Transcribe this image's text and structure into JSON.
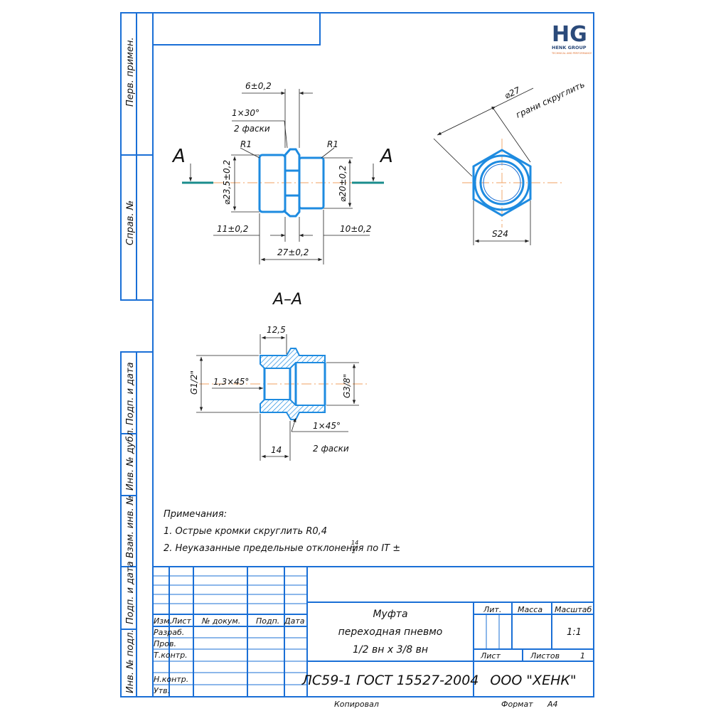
{
  "logo": {
    "mark": "HG",
    "company": "HENK GROUP",
    "tagline": "TECHNICAL AND PERFORMANCE"
  },
  "side_labels": {
    "perv_primen": "Перв. примен.",
    "sprav_no": "Справ. №",
    "podp_data_1": "Подп. и дата",
    "inv_dubl": "Инв. № дубл.",
    "vzam_inv": "Взам. инв. №",
    "podp_data_2": "Подп. и дата",
    "inv_podl": "Инв. № подл."
  },
  "views": {
    "section_mark": "A",
    "section_title": "A–A"
  },
  "dimensions": {
    "d6": "6±0,2",
    "chamfer1": "1×30°",
    "chamfer1_note": "2 фаски",
    "r1_left": "R1",
    "r1_right": "R1",
    "dia23": "⌀23,5±0,2",
    "dia20": "⌀20±0,2",
    "d11": "11±0,2",
    "d10": "10±0,2",
    "d27": "27±0,2",
    "dia27": "⌀27",
    "edges_note": "грани скруглить",
    "s24": "S24",
    "d12_5": "12,5",
    "g12": "G1/2\"",
    "chamfer2": "1,3×45°",
    "g38": "G3/8\"",
    "chamfer3": "1×45°",
    "chamfer3_note": "2 фаски",
    "d14": "14"
  },
  "notes": {
    "title": "Примечания:",
    "n1": "1. Острые кромки скруглить R0,4",
    "n2": "2. Неуказанные предельные отклонения по IT ±",
    "n2_num": "14",
    "n2_den": "2"
  },
  "title_block": {
    "h_izm": "Изм.",
    "h_list": "Лист",
    "h_dokum": "№ докум.",
    "h_podp": "Подп.",
    "h_data": "Дата",
    "razrab": "Разраб.",
    "prov": "Пров.",
    "tkontr": "Т.контр.",
    "nkontr": "Н.контр.",
    "utv": "Утв.",
    "name_1": "Муфта",
    "name_2": "переходная пневмо",
    "name_3": "1/2 вн х 3/8 вн",
    "lit": "Лит.",
    "massa": "Масса",
    "masshtab": "Масштаб",
    "scale_value": "1:1",
    "list": "Лист",
    "listov": "Листов",
    "listov_value": "1",
    "material": "ЛС59-1 ГОСТ 15527-2004",
    "organization": "ООО \"ХЕНК\"",
    "kopiroval": "Копировал",
    "format": "Формат",
    "format_value": "А4"
  }
}
